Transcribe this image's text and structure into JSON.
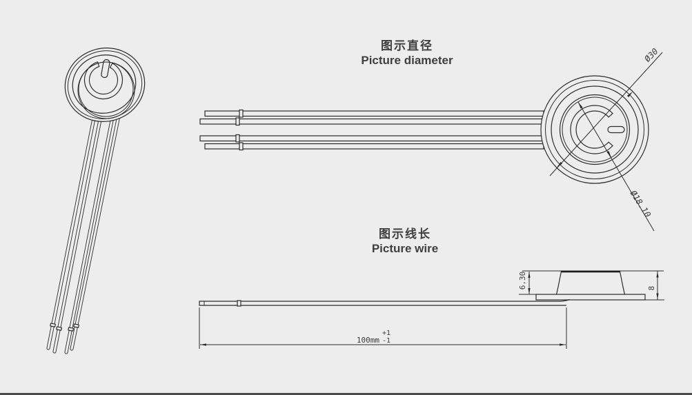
{
  "colors": {
    "background": "#ededed",
    "line": "#2b2b2b",
    "title_text": "#3f3f3f",
    "dim_text": "#3a3a3a",
    "footer_line": "#4b4b4b"
  },
  "sections": {
    "diameter": {
      "title_zh": "图示直径",
      "title_en": "Picture diameter"
    },
    "wire": {
      "title_zh": "图示线长",
      "title_en": "Picture wire"
    }
  },
  "dimensions": {
    "outer_diameter": "Ø30",
    "inner_diameter": "Ø18.10",
    "wire_length": "100mm",
    "tolerance_plus": "+1",
    "tolerance_minus": "-1",
    "dome_height": "6.30",
    "total_height": "8"
  },
  "icons": {
    "power_symbol": "power-icon",
    "electrode_symbol": "touch-electrode-icon"
  }
}
